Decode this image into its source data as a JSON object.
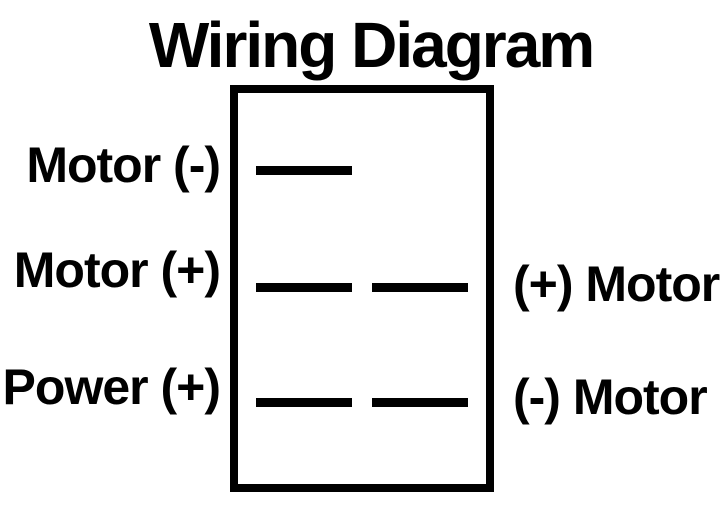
{
  "title": {
    "text": "Wiring Diagram"
  },
  "colors": {
    "foreground": "#000000",
    "background": "#ffffff"
  },
  "labels": {
    "left": [
      {
        "text": "Motor (-)"
      },
      {
        "text": "Motor (+)"
      },
      {
        "text": "Power (+)"
      }
    ],
    "right": [
      {
        "text": "(+) Motor"
      },
      {
        "text": "(-) Motor"
      }
    ]
  },
  "switch_body": {
    "shape": "rectangle-outline",
    "terminal_rows": [
      {
        "row": 1,
        "pins": 1,
        "pin_positions": [
          "left"
        ],
        "left_label": "Motor (-)",
        "right_label": ""
      },
      {
        "row": 2,
        "pins": 2,
        "pin_positions": [
          "left",
          "right"
        ],
        "left_label": "Motor (+)",
        "right_label": "(+) Motor"
      },
      {
        "row": 3,
        "pins": 2,
        "pin_positions": [
          "left",
          "right"
        ],
        "left_label": "Power (+)",
        "right_label": "(-) Motor"
      }
    ]
  }
}
